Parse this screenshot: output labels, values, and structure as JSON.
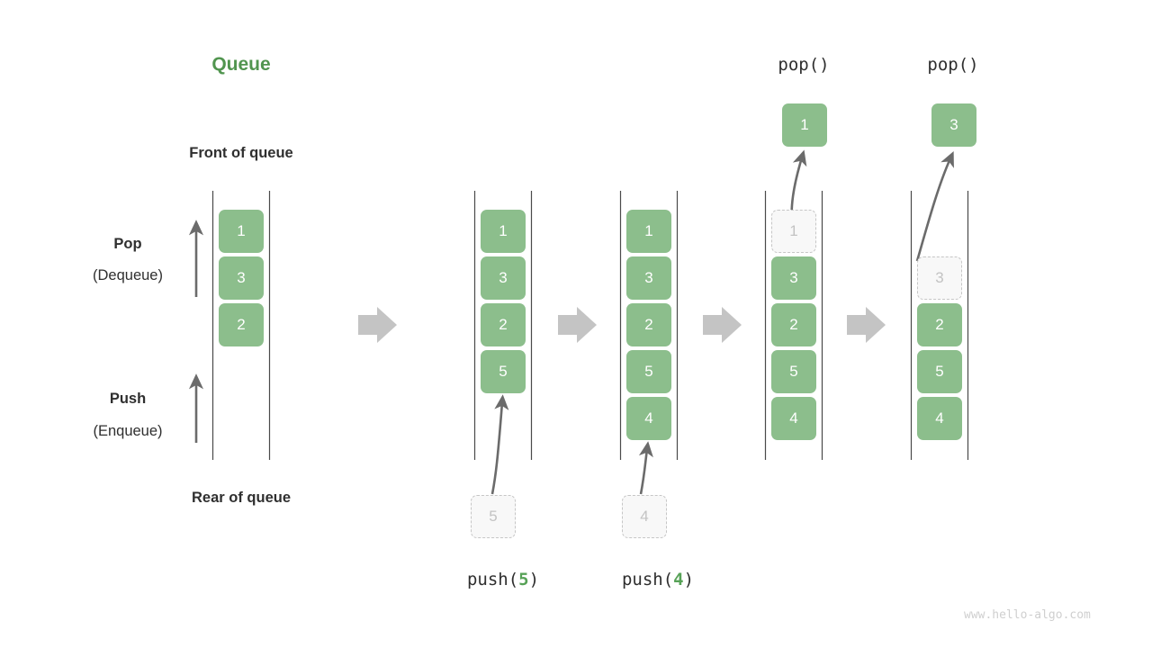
{
  "diagram": {
    "title": "Queue",
    "title_color": "#51954f",
    "cell_color": "#8cbe8c",
    "ghost_color": "#f8f8f8",
    "arrow_color": "#6b6b6b",
    "transition_arrow_color": "#c4c4c4",
    "watermark": "www.hello-algo.com"
  },
  "labels": {
    "front_of_queue": "Front of queue",
    "rear_of_queue": "Rear of queue",
    "pop_label": "Pop",
    "pop_sublabel": "(Dequeue)",
    "push_label": "Push",
    "push_sublabel": "(Enqueue)"
  },
  "operations": {
    "push5": {
      "name": "push",
      "arg": "5",
      "open": "(",
      "close": ")"
    },
    "push4": {
      "name": "push",
      "arg": "4",
      "open": "(",
      "close": ")"
    },
    "pop1": "pop()",
    "pop2": "pop()"
  },
  "queues": [
    {
      "id": "queue-initial",
      "cells": [
        {
          "value": "1",
          "state": "filled"
        },
        {
          "value": "3",
          "state": "filled"
        },
        {
          "value": "2",
          "state": "filled"
        }
      ],
      "incoming": null,
      "outgoing": null
    },
    {
      "id": "queue-after-push-5",
      "cells": [
        {
          "value": "1",
          "state": "filled"
        },
        {
          "value": "3",
          "state": "filled"
        },
        {
          "value": "2",
          "state": "filled"
        },
        {
          "value": "5",
          "state": "filled"
        }
      ],
      "incoming": {
        "value": "5",
        "state": "ghost"
      },
      "outgoing": null
    },
    {
      "id": "queue-after-push-4",
      "cells": [
        {
          "value": "1",
          "state": "filled"
        },
        {
          "value": "3",
          "state": "filled"
        },
        {
          "value": "2",
          "state": "filled"
        },
        {
          "value": "5",
          "state": "filled"
        },
        {
          "value": "4",
          "state": "filled"
        }
      ],
      "incoming": {
        "value": "4",
        "state": "ghost"
      },
      "outgoing": null
    },
    {
      "id": "queue-after-pop-1",
      "cells": [
        {
          "value": "1",
          "state": "ghost"
        },
        {
          "value": "3",
          "state": "filled"
        },
        {
          "value": "2",
          "state": "filled"
        },
        {
          "value": "5",
          "state": "filled"
        },
        {
          "value": "4",
          "state": "filled"
        }
      ],
      "incoming": null,
      "outgoing": {
        "value": "1",
        "state": "popped"
      }
    },
    {
      "id": "queue-after-pop-3",
      "cells": [
        {
          "value": "",
          "state": "empty"
        },
        {
          "value": "3",
          "state": "ghost"
        },
        {
          "value": "2",
          "state": "filled"
        },
        {
          "value": "5",
          "state": "filled"
        },
        {
          "value": "4",
          "state": "filled"
        }
      ],
      "incoming": null,
      "outgoing": {
        "value": "3",
        "state": "popped"
      }
    }
  ],
  "transitions": [
    "step-arrow-1",
    "step-arrow-2",
    "step-arrow-3",
    "step-arrow-4"
  ]
}
